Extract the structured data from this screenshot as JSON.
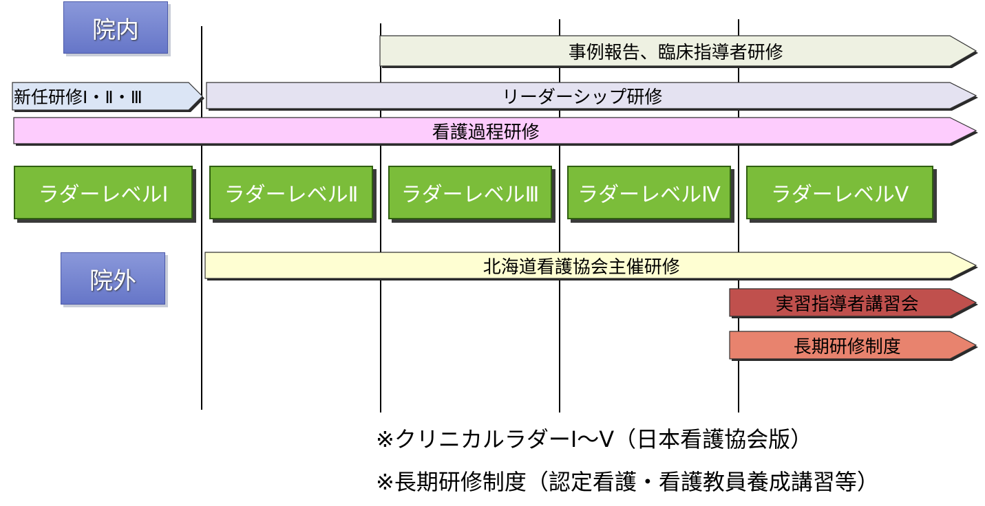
{
  "sections": {
    "innai": "院内",
    "ingai": "院外"
  },
  "arrows": {
    "jirei": "事例報告、臨床指導者研修",
    "shinnin": "新任研修Ⅰ・Ⅱ・Ⅲ",
    "leadership": "リーダーシップ研修",
    "kango_katei": "看護過程研修",
    "hokkaido": "北海道看護協会主催研修",
    "jisshu": "実習指導者講習会",
    "choki": "長期研修制度"
  },
  "ladders": [
    "ラダーレベルⅠ",
    "ラダーレベルⅡ",
    "ラダーレベルⅢ",
    "ラダーレベルⅣ",
    "ラダーレベルⅤ"
  ],
  "notes": {
    "note1": "※クリニカルラダーⅠ～Ⅴ（日本看護協会版）",
    "note2": "※長期研修制度（認定看護・看護教員養成講習等）"
  },
  "colors": {
    "jirei_fill": "#eef1e2",
    "shinnin_fill": "#dbe5f5",
    "leadership_fill": "#e4e2f1",
    "kango_katei_fill": "#fdccfd",
    "hokkaido_fill": "#fefed2",
    "jisshu_fill": "#c0504d",
    "choki_fill": "#e8836e",
    "ladder_fill": "#7bbd3a",
    "section_fill": "#6f7fd0"
  }
}
